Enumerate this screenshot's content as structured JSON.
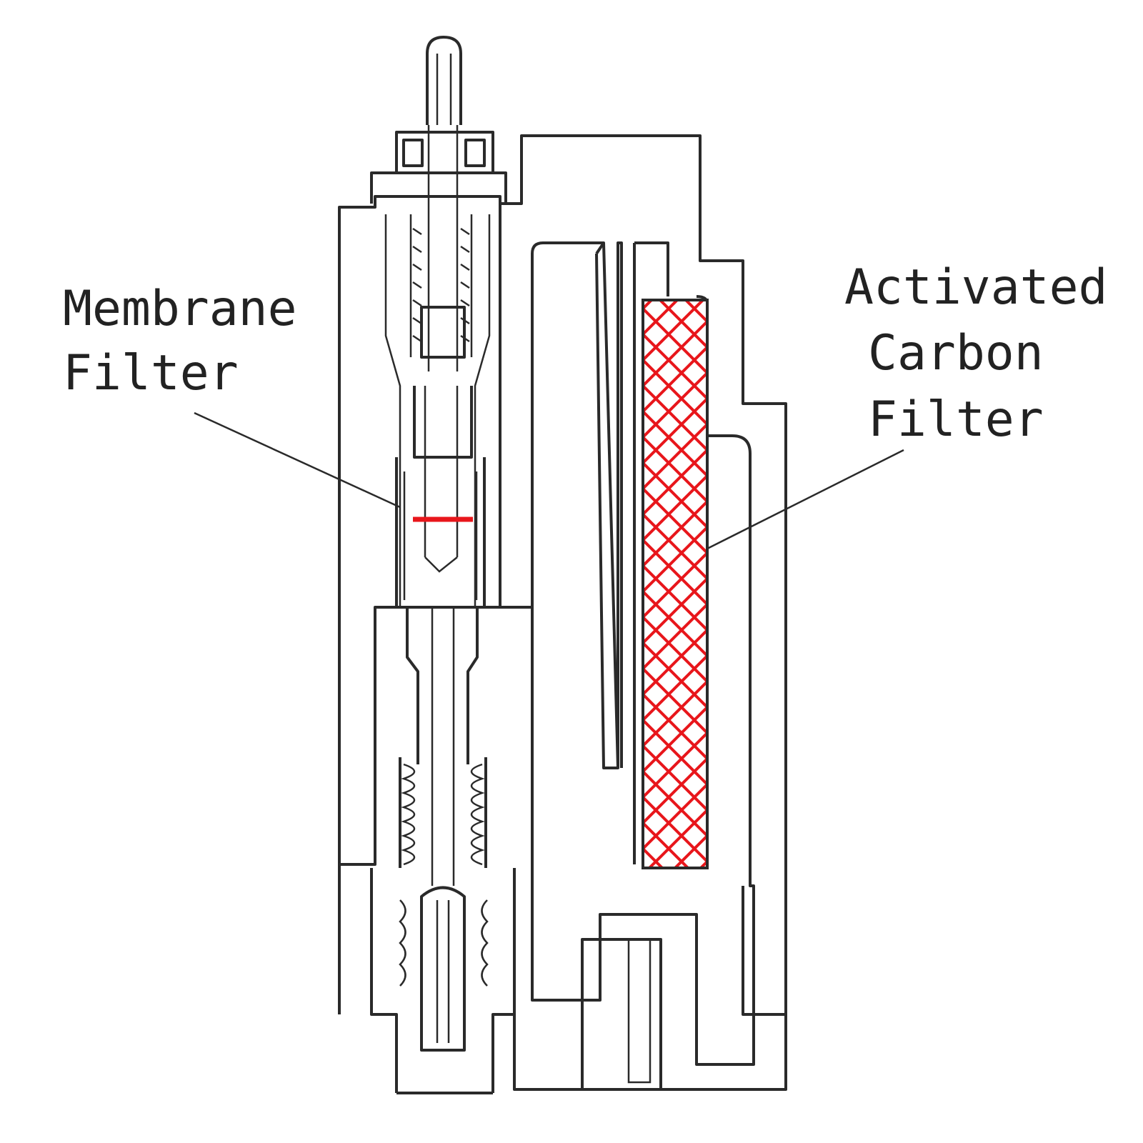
{
  "labels": {
    "membrane": {
      "line1": "Membrane",
      "line2": "Filter"
    },
    "carbon": {
      "line1": "Activated",
      "line2": "Carbon",
      "line3": "Filter"
    }
  },
  "colors": {
    "outline": "#2a2a2a",
    "filter_highlight": "#e8161b",
    "background": "#ffffff"
  }
}
